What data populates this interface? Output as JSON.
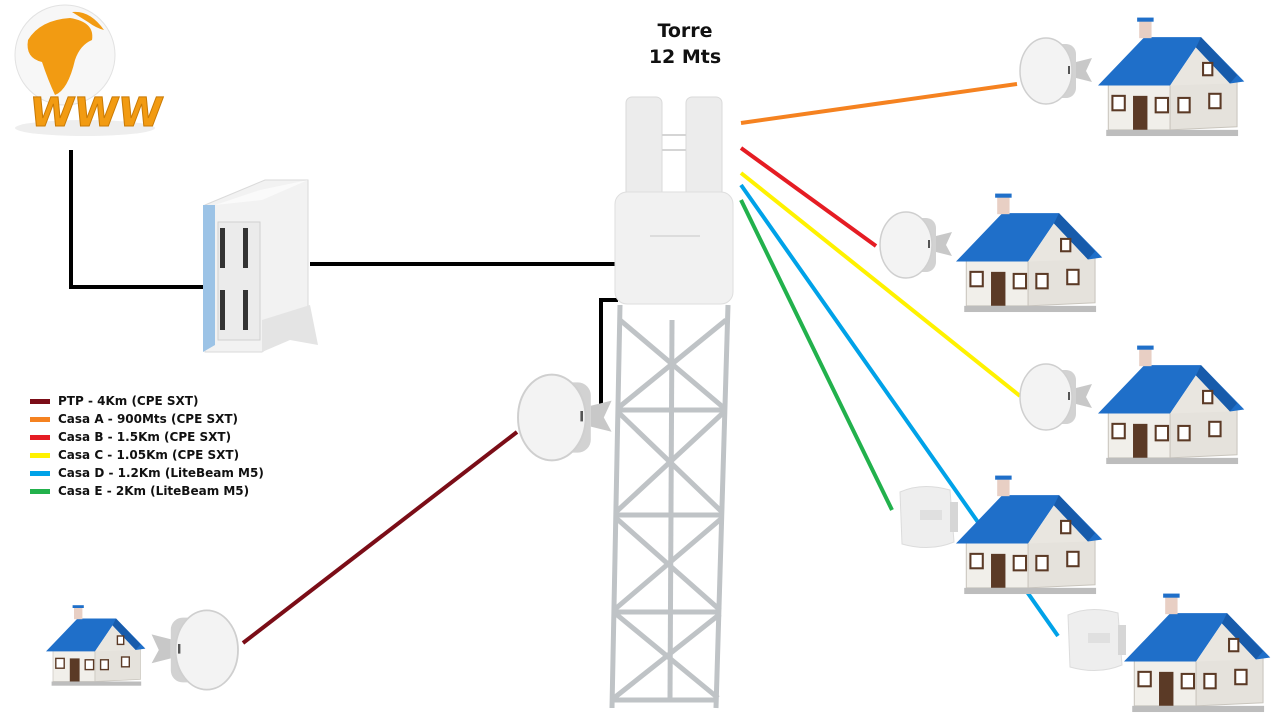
{
  "tower": {
    "title_line1": "Torre",
    "title_line2": "12 Mts"
  },
  "legend": [
    {
      "label": "PTP - 4Km (CPE SXT)",
      "color": "#7b0d17"
    },
    {
      "label": "Casa A - 900Mts (CPE SXT)",
      "color": "#f58220"
    },
    {
      "label": "Casa B - 1.5Km (CPE SXT)",
      "color": "#e51c23"
    },
    {
      "label": "Casa C - 1.05Km (CPE SXT)",
      "color": "#fff200"
    },
    {
      "label": "Casa D - 1.2Km (LiteBeam M5)",
      "color": "#00a2e8"
    },
    {
      "label": "Casa E - 2Km (LiteBeam M5)",
      "color": "#22b14c"
    }
  ],
  "internet": {
    "label": "WWW"
  },
  "colors": {
    "cable": "#000000",
    "roof": "#1f6fc9",
    "house_wall": "#f1efea",
    "door": "#5b3a26",
    "device": "#e6e6e6",
    "globe": "#f29b12"
  }
}
